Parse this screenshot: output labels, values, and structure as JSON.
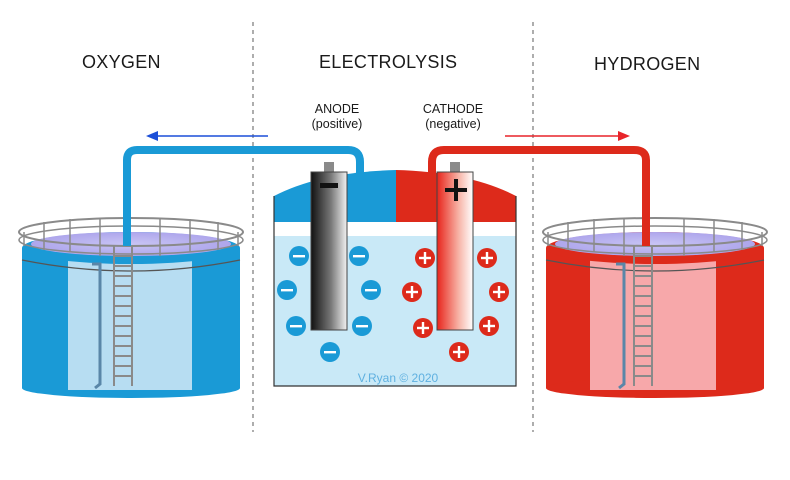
{
  "titles": {
    "left": "OXYGEN",
    "center": "ELECTROLYSIS",
    "right": "HYDROGEN"
  },
  "electrodes": {
    "anode": {
      "name": "ANODE",
      "polarity": "(positive)"
    },
    "cathode": {
      "name": "CATHODE",
      "polarity": "(negative)"
    }
  },
  "credit": "V.Ryan © 2020",
  "colors": {
    "oxygen_blue": "#1a9ad6",
    "hydrogen_red": "#dd2a1b",
    "water": "#c9e9f7",
    "arrow_blue": "#1c4fd8",
    "arrow_red": "#e8242a",
    "divider": "#777777"
  },
  "icons": {
    "negative_ion": "minus-in-circle",
    "positive_ion": "plus-in-circle",
    "negative_terminal": "minus-sign",
    "positive_terminal": "plus-sign"
  }
}
